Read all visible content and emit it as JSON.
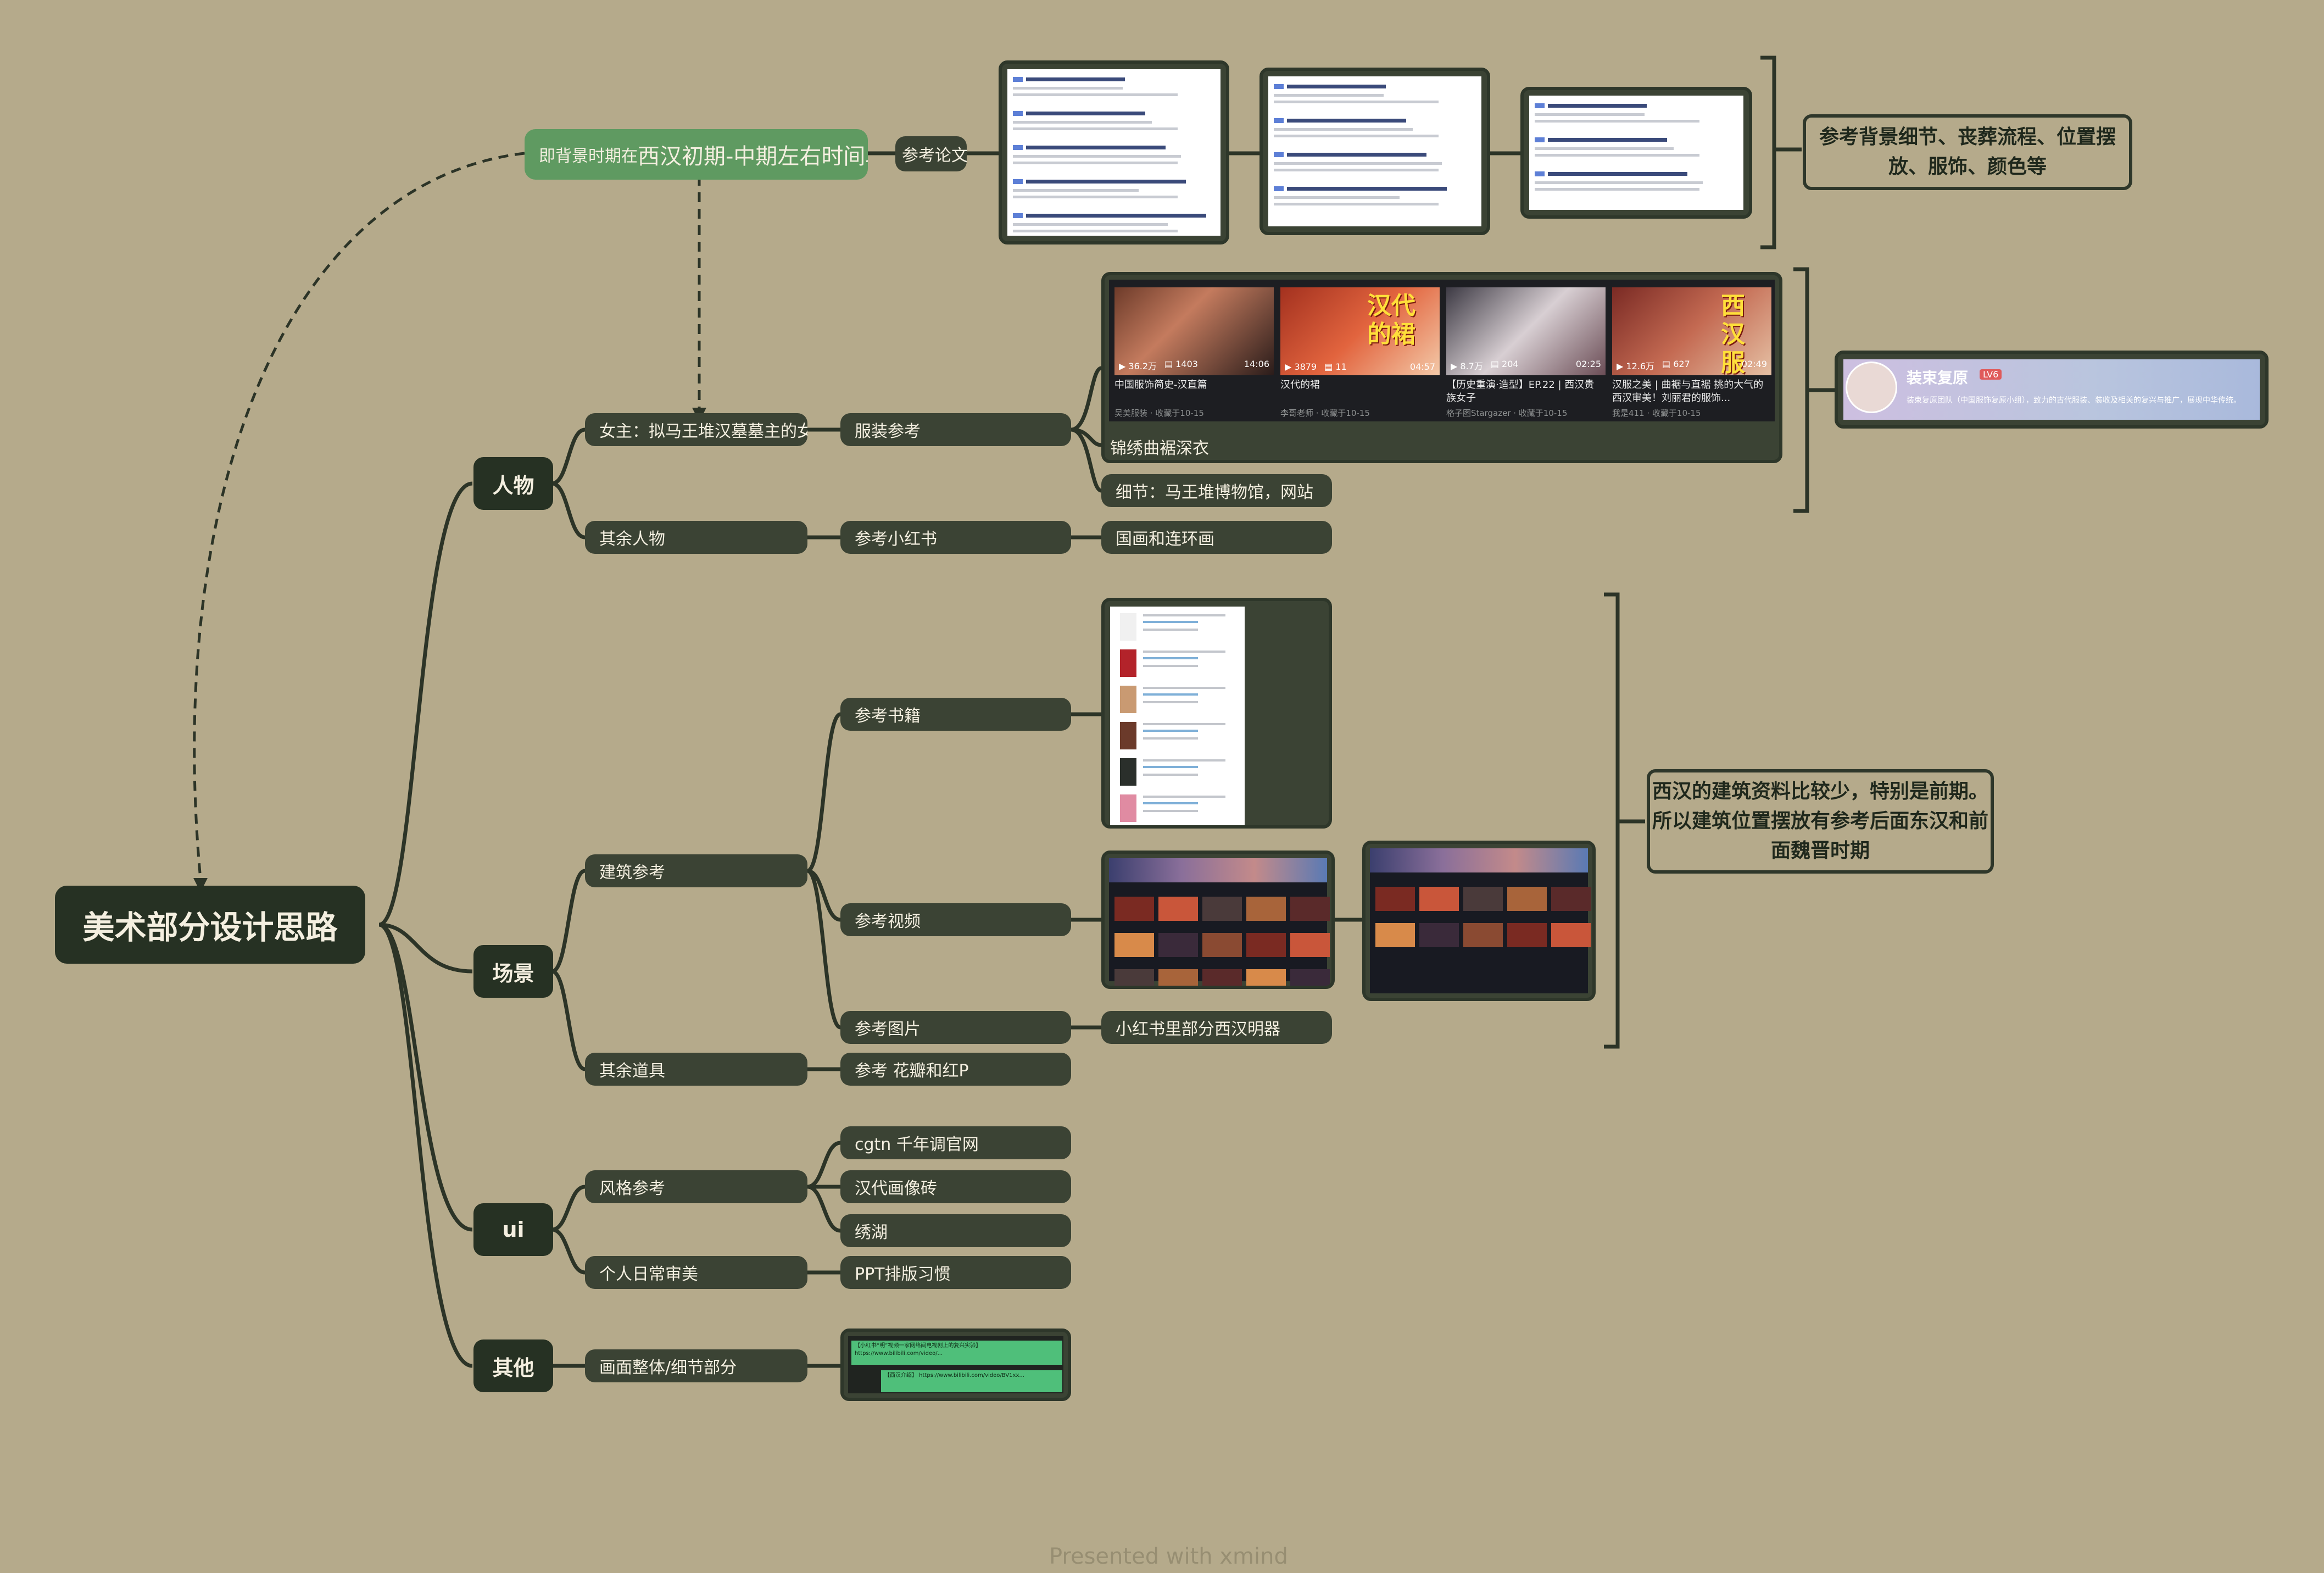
{
  "root": "美术部分设计思路",
  "background_node": {
    "prefix": "即背景时期在",
    "highlight": "西汉初期-中期左右时间段"
  },
  "categories": {
    "people": "人物",
    "scene": "场景",
    "ui": "ui",
    "other": "其他"
  },
  "people": {
    "heroine": "女主：拟马王堆汉墓墓主的女儿",
    "others": "其余人物",
    "costume_ref": "服装参考",
    "xhs_ref": "参考小红书",
    "painting": "国画和连环画",
    "jinxiu": "锦绣曲裾深衣",
    "detail": "细节：马王堆博物馆，网站"
  },
  "scene": {
    "architecture": "建筑参考",
    "props": "其余道具",
    "books": "参考书籍",
    "videos": "参考视频",
    "pictures": "参考图片",
    "xhs_ming": "小红书里部分西汉明器",
    "props_ref": "参考 花瓣和红P"
  },
  "ui_section": {
    "style_ref": "风格参考",
    "personal": "个人日常审美",
    "cgtn": "cgtn 千年调官网",
    "brick": "汉代画像砖",
    "embroidery": "绣湖",
    "ppt": "PPT排版习惯"
  },
  "other_section": {
    "overall": "画面整体/细节部分"
  },
  "paper_ref": "参考论文",
  "notes": {
    "papers": "参考背景细节、丧葬流程、位置摆放、服饰、颜色等",
    "architecture": "西汉的建筑资料比较少，特别是前期。所以建筑位置摆放有参考后面东汉和前面魏晋时期"
  },
  "videos": [
    {
      "title": "中国服饰简史-汉直篇",
      "views": "36.2万",
      "danmaku": "1403",
      "duration": "14:06",
      "meta": "吴美服装 · 收藏于10-15"
    },
    {
      "title": "汉代的裙",
      "views": "3879",
      "danmaku": "11",
      "duration": "04:57",
      "meta": "李哥老师 · 收藏于10-15",
      "overlay": "汉代的裙"
    },
    {
      "title": "【历史重演·造型】EP.22 | 西汉贵族女子",
      "views": "8.7万",
      "danmaku": "204",
      "duration": "02:25",
      "meta": "格子图Stargazer · 收藏于10-15"
    },
    {
      "title": "汉服之美 | 曲裾与直裾 挑的大气的西汉审美！刘丽君的服饰...",
      "views": "12.6万",
      "danmaku": "627",
      "duration": "02:49",
      "meta": "我是411 · 收藏于10-15",
      "overlay": "西汉服"
    }
  ],
  "profile": {
    "name": "装束复原",
    "badge": "LV6",
    "desc": "装束复原团队（中国服饰复原小组），致力的古代服装、装收及相关的复兴与推广，展现中华传统。"
  },
  "chat_lines": [
    "【小红书“明”视频一家网络间电视剧上的复兴实验】 https://www.bilibili.com/video/...",
    "【西汉介绍】 https://www.bilibili.com/video/BV1xx..."
  ],
  "watermark": "Presented with xmind",
  "colors": {
    "background": "#b5aa8b",
    "node": "#3b4334",
    "root": "#263123",
    "accent_green": "#5f9a61",
    "text_light": "#f4efe0",
    "line": "#2c3427"
  }
}
